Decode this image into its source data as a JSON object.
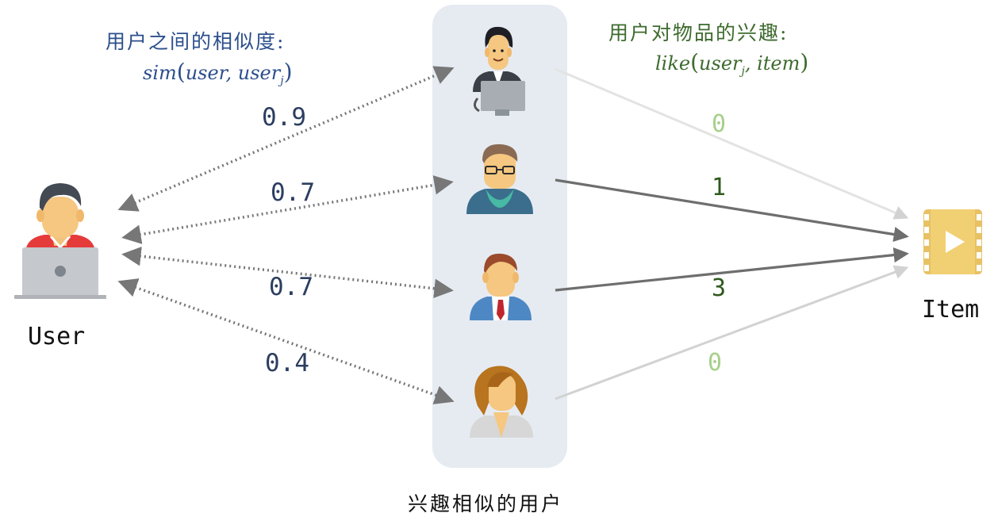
{
  "labels": {
    "similarity_title": "用户之间的相似度:",
    "similarity_formula": {
      "fn": "sim",
      "arg1": "user",
      "arg2": "user",
      "sub": "j"
    },
    "interest_title": "用户对物品的兴趣:",
    "interest_formula": {
      "fn": "like",
      "arg1": "user",
      "sub": "j",
      "arg2": "item"
    },
    "user_label": "User",
    "item_label": "Item",
    "group_label": "兴趣相似的用户"
  },
  "similarities": [
    "0.9",
    "0.7",
    "0.7",
    "0.4"
  ],
  "interests": [
    {
      "value": "0",
      "strength": "weak"
    },
    {
      "value": "1",
      "strength": "strong"
    },
    {
      "value": "3",
      "strength": "strong"
    },
    {
      "value": "0",
      "strength": "weak"
    }
  ],
  "colors": {
    "panel": "#e6ebf2",
    "blue_text": "#2c4f8c",
    "green_text": "#3d6b2e",
    "light_green": "#a6d08a",
    "dotted_arrow": "#777777",
    "item_gold": "#e8c164"
  },
  "icons": [
    "user-laptop-icon",
    "businessman-laptop-icon",
    "man-glasses-icon",
    "man-tie-icon",
    "woman-icon",
    "video-file-icon"
  ]
}
